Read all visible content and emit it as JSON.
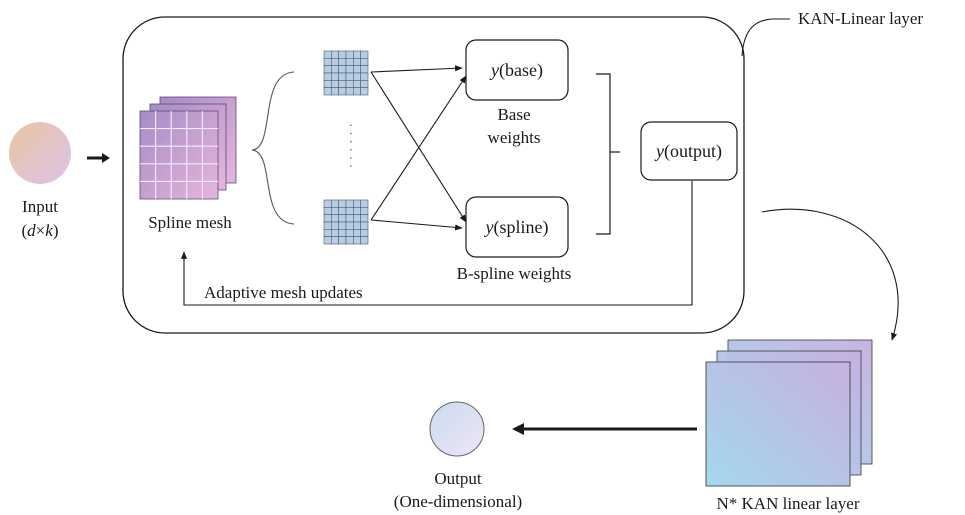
{
  "layer_label": "KAN-Linear layer",
  "input": {
    "label": "Input",
    "dims_open": "(",
    "dims_d": "d",
    "dims_x": "×",
    "dims_k": "k",
    "dims_close": ")"
  },
  "spline_mesh": {
    "label": "Spline mesh",
    "dots": "·  ·  ·  ·  ·  ·"
  },
  "base_box": {
    "var": "y",
    "text": "(base)"
  },
  "spline_box": {
    "var": "y",
    "text": "(spline)"
  },
  "output_box": {
    "var": "y",
    "text": "(output)"
  },
  "base_weights": {
    "line1": "Base",
    "line2": "weights"
  },
  "bspline_weights": "B-spline weights",
  "adaptive_updates": "Adaptive mesh updates",
  "stack_label": "N* KAN linear layer",
  "output": {
    "line1": "Output",
    "line2": "(One-dimensional)"
  },
  "colors": {
    "mesh_purple": "#a58cc6",
    "mesh_pink": "#e6b6dc",
    "small_grid": "#b9cde2",
    "input_a": "#e9c4a0",
    "input_b": "#dcc4ea",
    "stack_a": "#c6b0e0",
    "stack_b": "#a4d8ee",
    "output_a": "#c9dcf1",
    "output_b": "#f0e4f5"
  }
}
